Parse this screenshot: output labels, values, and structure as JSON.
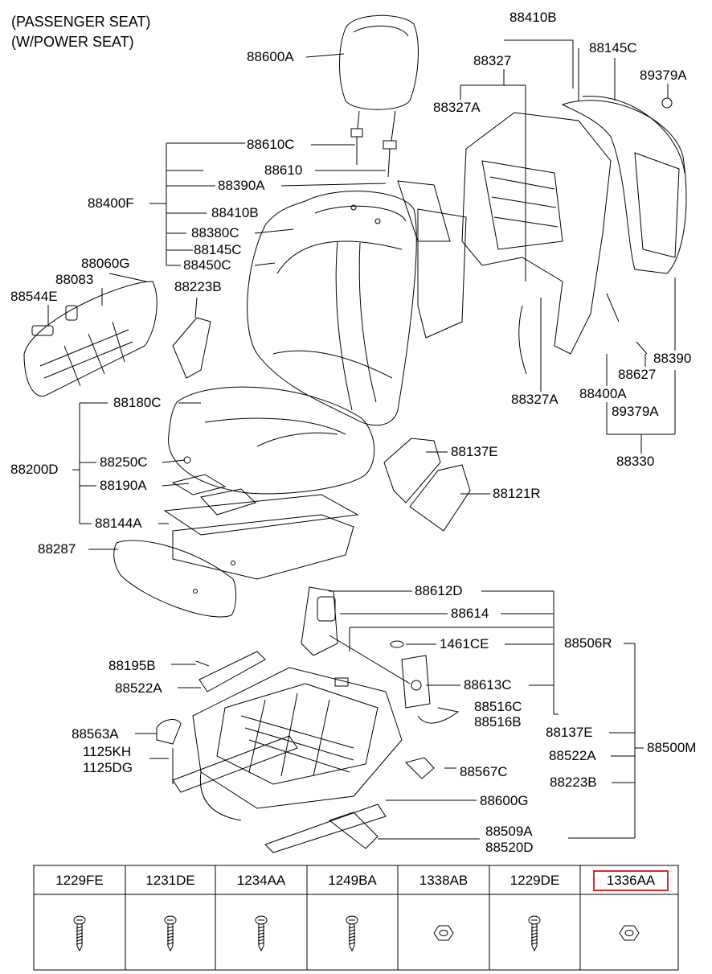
{
  "header": {
    "line1": "(PASSENGER SEAT)",
    "line2": "(W/POWER SEAT)"
  },
  "labels": {
    "l88600A": "88600A",
    "l88610C": "88610C",
    "l88610": "88610",
    "l88390A": "88390A",
    "l88400F": "88400F",
    "l88410B_front": "88410B",
    "l88380C": "88380C",
    "l88145C_front": "88145C",
    "l88450C": "88450C",
    "l88060G": "88060G",
    "l88083": "88083",
    "l88544E": "88544E",
    "l88223B_top": "88223B",
    "l88410B_top": "88410B",
    "l88327": "88327",
    "l88327A_top": "88327A",
    "l88145C_top": "88145C",
    "l89379A_top": "89379A",
    "l88390": "88390",
    "l88627": "88627",
    "l88327A_bottom": "88327A",
    "l88400A": "88400A",
    "l89379A_bottom": "89379A",
    "l88330": "88330",
    "l88180C": "88180C",
    "l88200D": "88200D",
    "l88250C": "88250C",
    "l88190A": "88190A",
    "l88144A": "88144A",
    "l88287": "88287",
    "l88137E_top": "88137E",
    "l88121R": "88121R",
    "l88612D": "88612D",
    "l88614": "88614",
    "l1461CE": "1461CE",
    "l88506R": "88506R",
    "l88195B": "88195B",
    "l88522A_left": "88522A",
    "l88613C": "88613C",
    "l88516C": "88516C",
    "l88516B": "88516B",
    "l88563A": "88563A",
    "l1125KH": "1125KH",
    "l1125DG": "1125DG",
    "l88137E_right": "88137E",
    "l88522A_right": "88522A",
    "l88500M": "88500M",
    "l88567C": "88567C",
    "l88223B_right": "88223B",
    "l88600G": "88600G",
    "l88509A": "88509A",
    "l88520D": "88520D"
  },
  "table": {
    "columns": [
      {
        "code": "1229FE",
        "icon": "screw-icon"
      },
      {
        "code": "1231DE",
        "icon": "screw-icon"
      },
      {
        "code": "1234AA",
        "icon": "screw-icon"
      },
      {
        "code": "1249BA",
        "icon": "screw-icon"
      },
      {
        "code": "1338AB",
        "icon": "nut-icon"
      },
      {
        "code": "1229DE",
        "icon": "screw-icon"
      },
      {
        "code": "1336AA",
        "icon": "nut-icon"
      }
    ],
    "highlight_color": "#e0262b"
  }
}
